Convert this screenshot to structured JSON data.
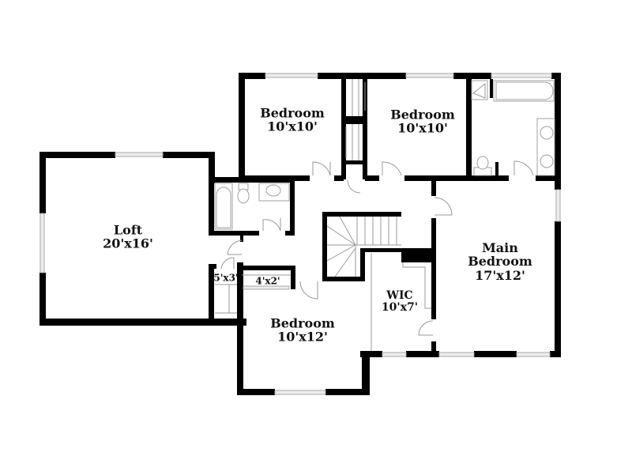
{
  "floor_plan": {
    "rooms": [
      {
        "id": "bedroom-1",
        "name": "Bedroom",
        "dimensions": "10'x10'"
      },
      {
        "id": "bedroom-2",
        "name": "Bedroom",
        "dimensions": "10'x10'"
      },
      {
        "id": "loft",
        "name": "Loft",
        "dimensions": "20'x16'"
      },
      {
        "id": "main-bedroom",
        "name_line1": "Main",
        "name_line2": "Bedroom",
        "dimensions": "17'x12'"
      },
      {
        "id": "wic",
        "name": "WIC",
        "dimensions": "10'x7'"
      },
      {
        "id": "bedroom-3",
        "name": "Bedroom",
        "dimensions": "10'x12'"
      },
      {
        "id": "closet-1",
        "dimensions": "5'x3'"
      },
      {
        "id": "closet-2",
        "dimensions": "4'x2'"
      }
    ],
    "colors": {
      "wall": "#000000",
      "fixture_line": "#a0a0a0",
      "window_fill": "#ececec",
      "background": "#ffffff"
    }
  }
}
